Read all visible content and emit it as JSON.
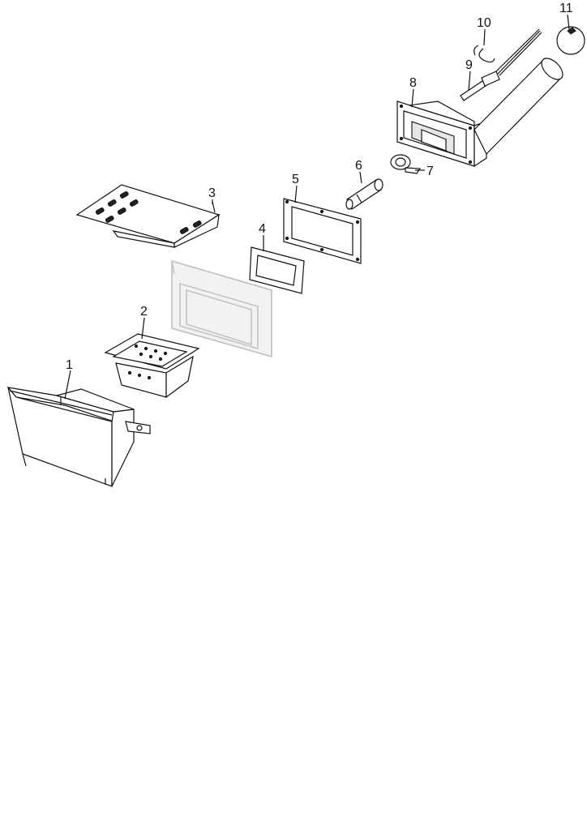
{
  "parts": [
    {
      "id": "firebox",
      "number": "1"
    },
    {
      "id": "burn-pot",
      "number": "2"
    },
    {
      "id": "ash-deflector",
      "number": "3"
    },
    {
      "id": "small-gasket",
      "number": "4"
    },
    {
      "id": "large-gasket",
      "number": "5"
    },
    {
      "id": "igniter-cartridge",
      "number": "6"
    },
    {
      "id": "clamp-ring",
      "number": "7"
    },
    {
      "id": "burner-housing",
      "number": "8"
    },
    {
      "id": "igniter-rod",
      "number": "9"
    },
    {
      "id": "retaining-clip",
      "number": "10"
    },
    {
      "id": "end-cap",
      "number": "11"
    }
  ],
  "colors": {
    "line": "#111111",
    "ghost_part": "#bdbdbd",
    "background": "#ffffff"
  }
}
